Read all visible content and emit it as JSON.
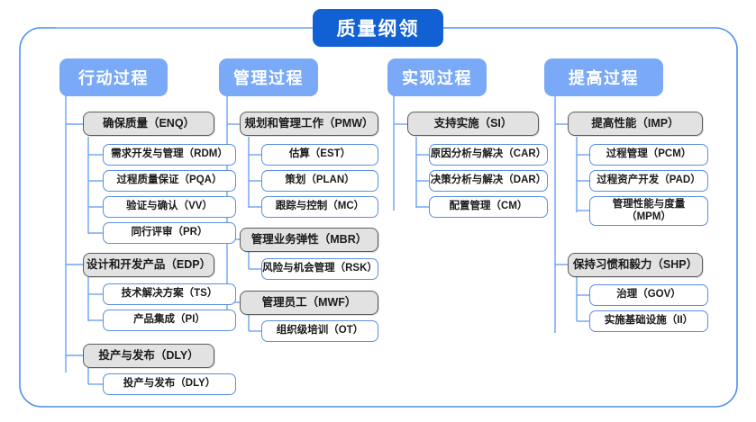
{
  "diagram": {
    "root": {
      "label": "质量纲领"
    },
    "accent_blue": "#1160d4",
    "header_blue": "#7aa9f7",
    "capability_gray": "#e2e2e2",
    "border_blue": "#5b8fe0",
    "columns": [
      {
        "header": "行动过程",
        "groups": [
          {
            "capability": "确保质量（ENQ）",
            "practices": [
              "需求开发与管理（RDM）",
              "过程质量保证（PQA）",
              "验证与确认（VV）",
              "同行评审（PR）"
            ]
          },
          {
            "capability": "设计和开发产品（EDP）",
            "practices": [
              "技术解决方案（TS）",
              "产品集成（PI）"
            ]
          },
          {
            "capability": "投产与发布（DLY）",
            "practices": [
              "投产与发布（DLY）"
            ]
          }
        ]
      },
      {
        "header": "管理过程",
        "groups": [
          {
            "capability": "规划和管理工作（PMW）",
            "practices": [
              "估算（EST）",
              "策划（PLAN）",
              "跟踪与控制（MC）"
            ]
          },
          {
            "capability": "管理业务弹性（MBR）",
            "practices": [
              "风险与机会管理（RSK）"
            ]
          },
          {
            "capability": "管理员工（MWF）",
            "practices": [
              "组织级培训（OT）"
            ]
          }
        ]
      },
      {
        "header": "实现过程",
        "groups": [
          {
            "capability": "支持实施（SI）",
            "practices": [
              "原因分析与解决（CAR）",
              "决策分析与解决（DAR）",
              "配置管理（CM）"
            ]
          }
        ]
      },
      {
        "header": "提高过程",
        "groups": [
          {
            "capability": "提高性能（IMP）",
            "practices": [
              "过程管理（PCM）",
              "过程资产开发（PAD）",
              "管理性能与度量\n（MPM）"
            ]
          },
          {
            "capability": "保持习惯和毅力（SHP）",
            "practices": [
              "治理（GOV）",
              "实施基础设施（II）"
            ]
          }
        ]
      }
    ]
  }
}
